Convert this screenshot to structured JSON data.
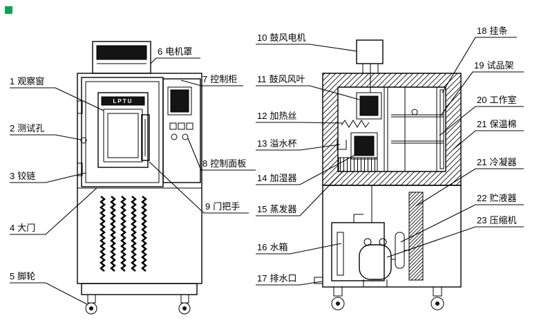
{
  "meta": {
    "background": "#ffffff",
    "line_color": "#000000",
    "description_type": "environmental-test-chamber-structure-diagram"
  },
  "corner_mark": {
    "color": "#00a651"
  },
  "left_view": {
    "window_logo": "LPTU",
    "labels": [
      {
        "num": "1",
        "name": "观察窗"
      },
      {
        "num": "2",
        "name": "测试孔"
      },
      {
        "num": "3",
        "name": "铰链"
      },
      {
        "num": "4",
        "name": "大门"
      },
      {
        "num": "5",
        "name": "脚轮"
      },
      {
        "num": "6",
        "name": "电机罩"
      },
      {
        "num": "7",
        "name": "控制柜"
      },
      {
        "num": "8",
        "name": "控制面板"
      },
      {
        "num": "9",
        "name": "门把手"
      }
    ]
  },
  "right_view": {
    "labels": [
      {
        "num": "10",
        "name": "鼓风电机"
      },
      {
        "num": "11",
        "name": "鼓风风叶"
      },
      {
        "num": "12",
        "name": "加热丝"
      },
      {
        "num": "13",
        "name": "溢水杯"
      },
      {
        "num": "14",
        "name": "加湿器"
      },
      {
        "num": "15",
        "name": "蒸发器"
      },
      {
        "num": "16",
        "name": "水箱"
      },
      {
        "num": "17",
        "name": "排水口"
      },
      {
        "num": "18",
        "name": "挂条"
      },
      {
        "num": "19",
        "name": "试品架"
      },
      {
        "num": "20",
        "name": "工作室"
      },
      {
        "num": "21",
        "name": "保温棉"
      },
      {
        "num": "21",
        "name": "冷凝器"
      },
      {
        "num": "22",
        "name": "贮液器"
      },
      {
        "num": "23",
        "name": "压缩机"
      }
    ]
  }
}
